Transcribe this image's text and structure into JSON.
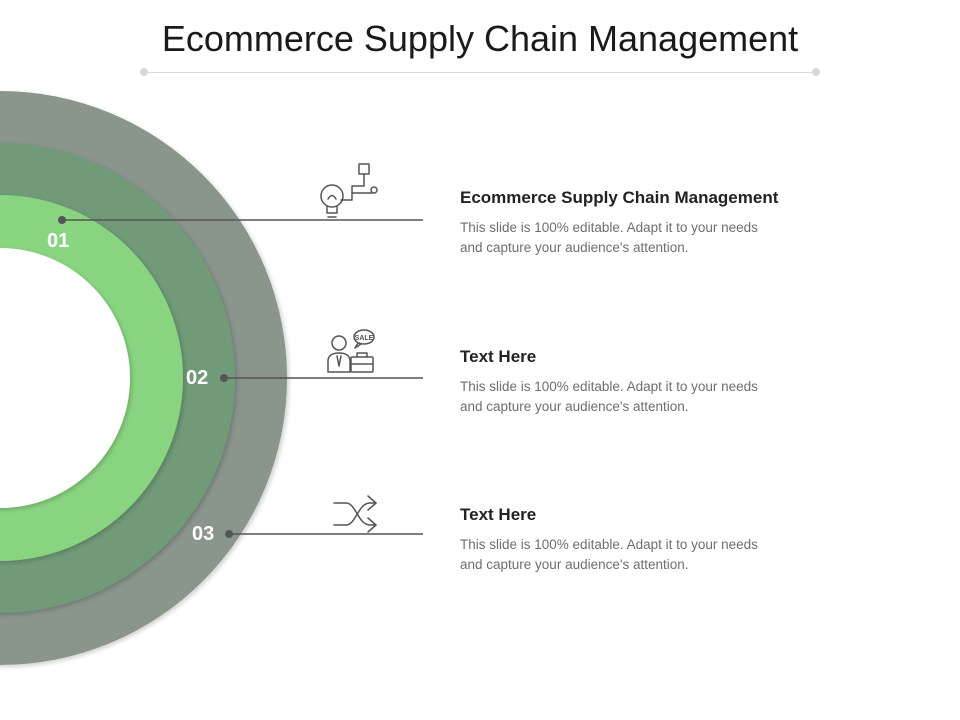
{
  "slide": {
    "title": "Ecommerce Supply Chain Management"
  },
  "colors": {
    "outer_ring": "#8a958c",
    "middle_ring": "#6f9a78",
    "inner_ring": "#89d481",
    "connector": "#555555",
    "icon_stroke": "#555555",
    "title_rule": "#d9d9d9"
  },
  "items": [
    {
      "number": "01",
      "icon": "lightbulb-circuit-icon",
      "title": "Ecommerce Supply Chain Management",
      "description": "This slide is 100% editable. Adapt it to your needs and capture your audience's attention."
    },
    {
      "number": "02",
      "icon": "salesman-briefcase-icon",
      "title": "Text Here",
      "description": "This slide is 100% editable. Adapt it to your needs and capture your audience's attention."
    },
    {
      "number": "03",
      "icon": "shuffle-arrows-icon",
      "title": "Text Here",
      "description": "This slide is 100% editable. Adapt it to your needs and capture your audience's attention."
    }
  ]
}
